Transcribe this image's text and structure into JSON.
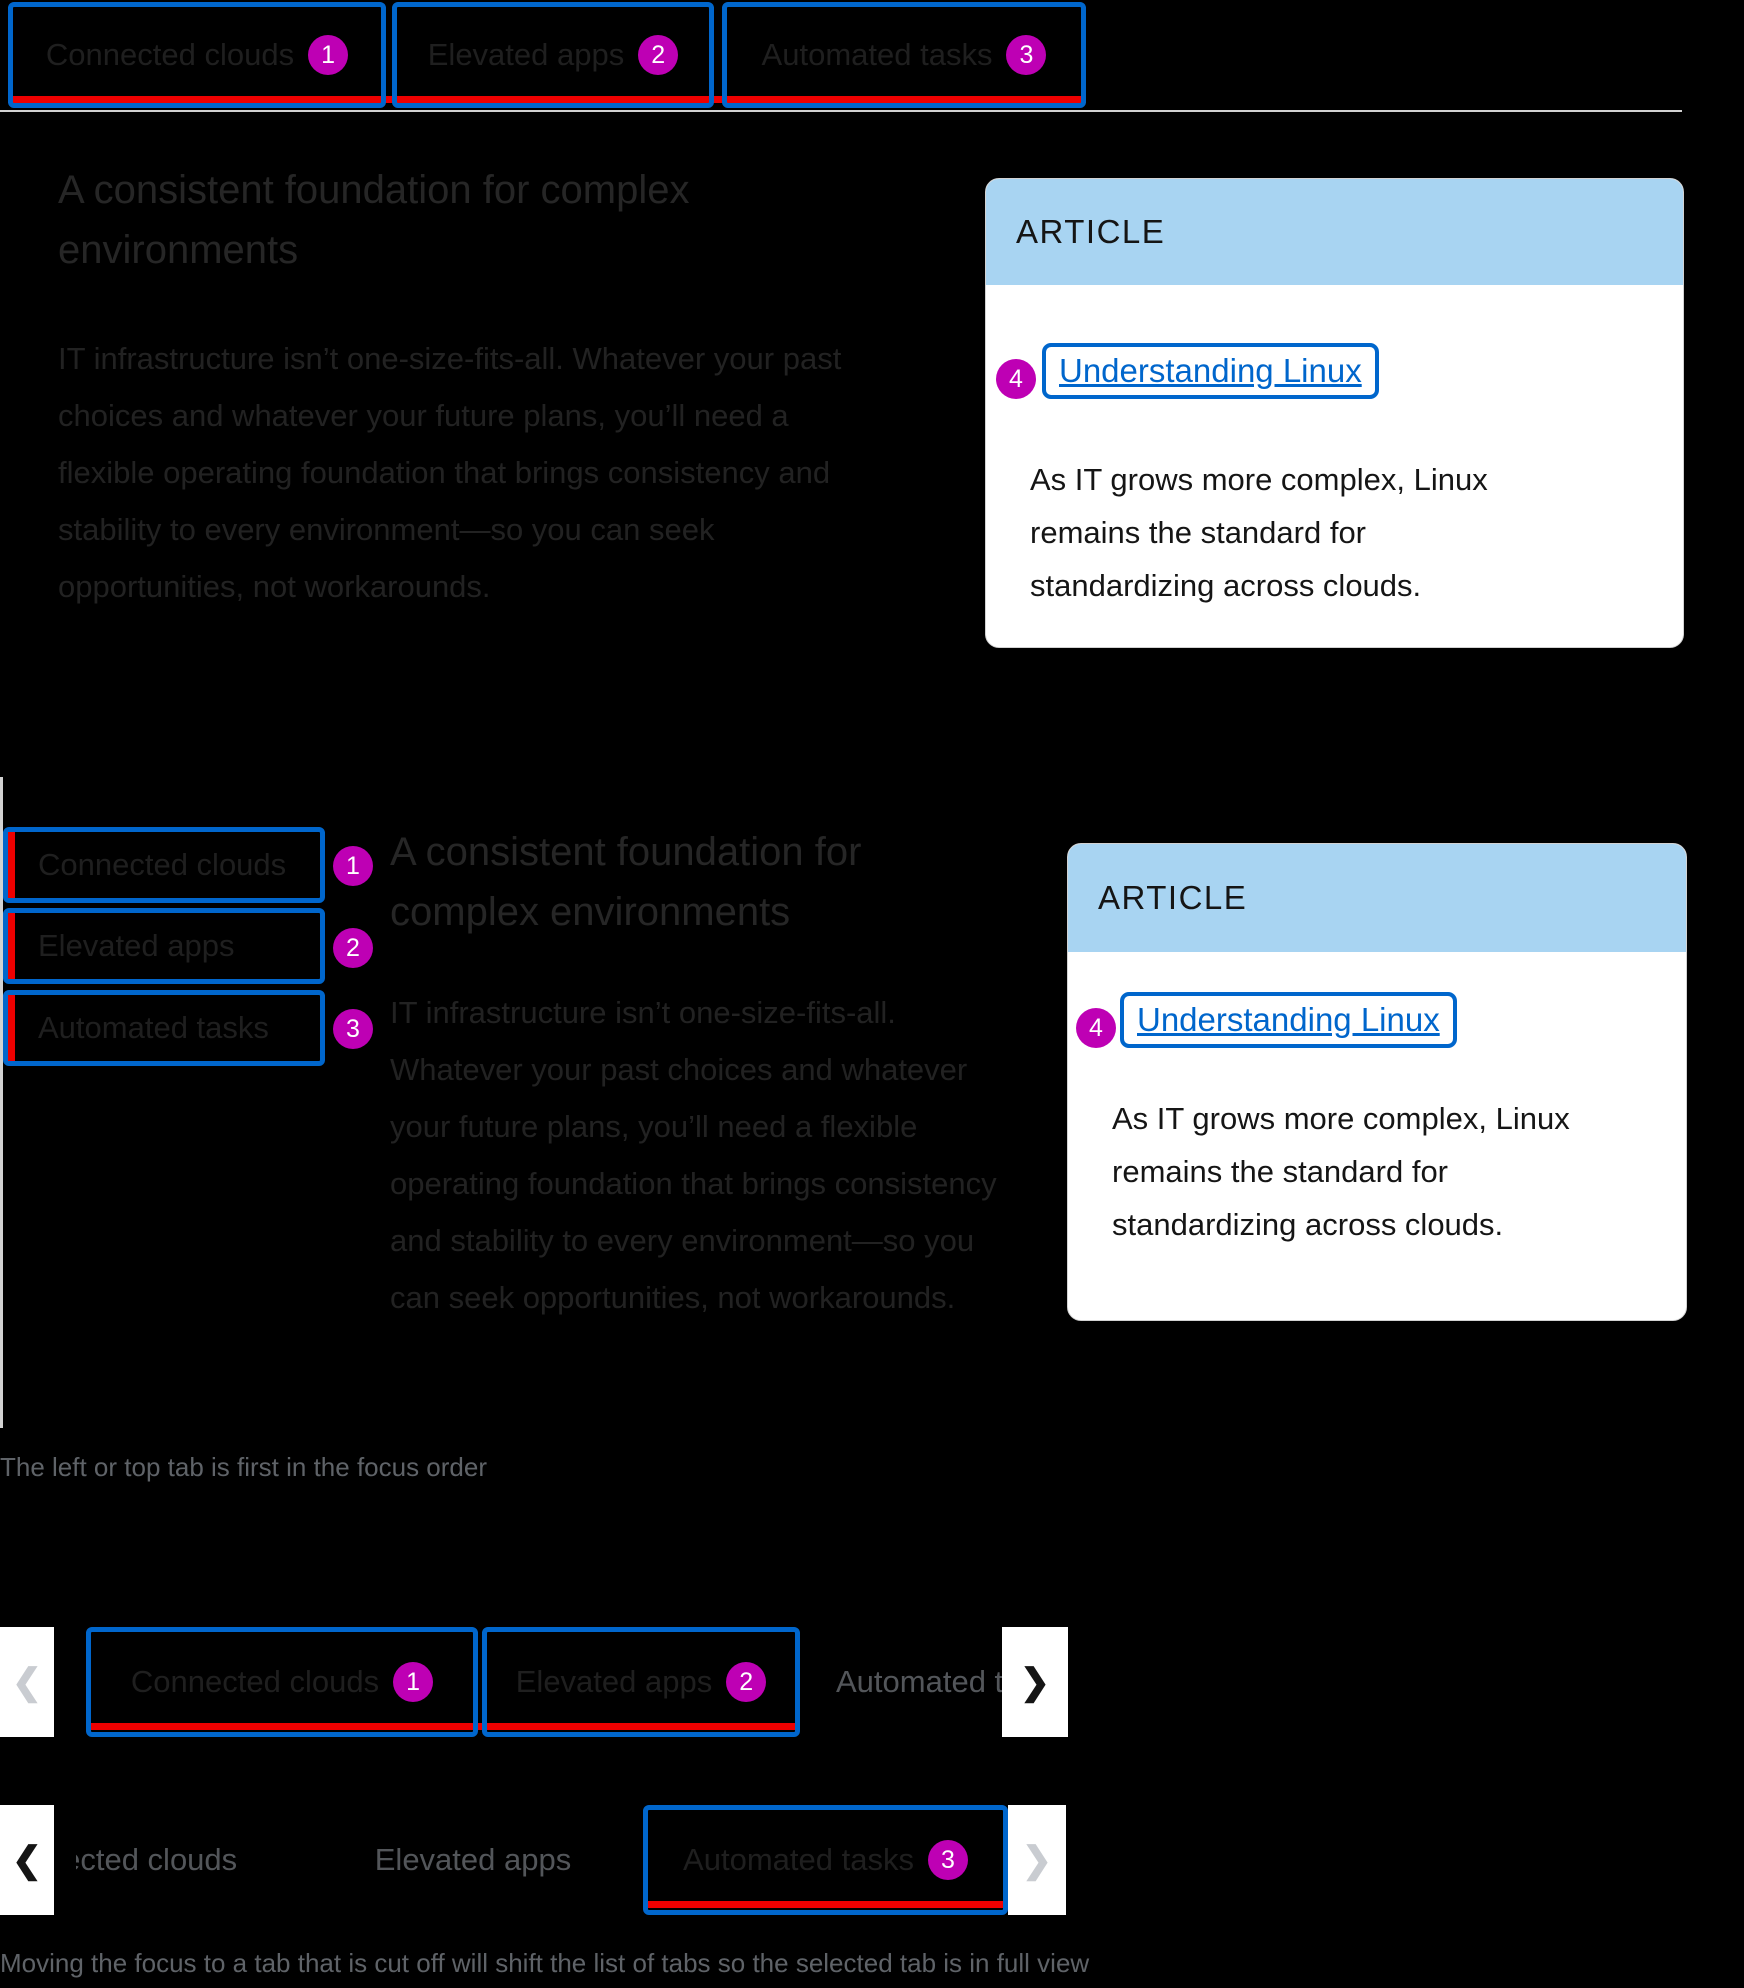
{
  "tabs": [
    {
      "label": "Connected clouds",
      "badge": "1"
    },
    {
      "label": "Elevated apps",
      "badge": "2"
    },
    {
      "label": "Automated tasks",
      "badge": "3"
    }
  ],
  "content": {
    "heading": "A consistent foundation for complex environments",
    "body": "IT infrastructure isn’t one-size-fits-all. Whatever your past choices and whatever your future plans, you’ll need a flexible operating foundation that brings consistency and stability to every environment—so you can seek opportunities, not workarounds.",
    "article": {
      "eyebrow": "ARTICLE",
      "link_badge": "4",
      "link_label": "Understanding Linux",
      "description": "As IT grows more complex, Linux remains the standard for standardizing across clouds."
    }
  },
  "captions": {
    "focus_order": "The left or top tab is first in the focus order",
    "overflow_behavior": "Moving the focus to a tab that is cut off will shift the list of tabs so the selected tab is in full view"
  },
  "icons": {
    "scroll_prev": "❮",
    "scroll_next": "❯"
  },
  "colors": {
    "focus_outline_blue": "#0066cc",
    "active_tab_red": "#ee0000",
    "annotation_badge_magenta": "#be00b4",
    "article_header_blue": "#a8d4f2",
    "link_blue": "#0066cc"
  }
}
